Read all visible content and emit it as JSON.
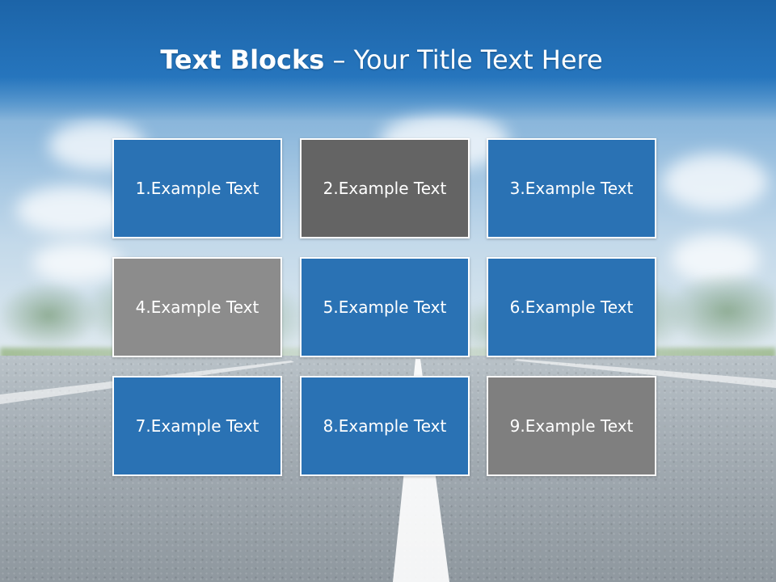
{
  "slide": {
    "title_bold": "Text Blocks",
    "title_dash": " – ",
    "title_regular": "Your Title Text Here"
  },
  "colors": {
    "title_band": "#2675bd",
    "block_blue": "#2a72b4",
    "block_dark_gray": "#646464",
    "block_gray": "#8c8c8c",
    "block_mid_gray": "#7f7f7f",
    "text": "#ffffff"
  },
  "blocks": [
    {
      "label": "1.Example Text",
      "color": "#2a72b4"
    },
    {
      "label": "2.Example Text",
      "color": "#646464"
    },
    {
      "label": "3.Example Text",
      "color": "#2a72b4"
    },
    {
      "label": "4.Example Text",
      "color": "#8c8c8c"
    },
    {
      "label": "5.Example Text",
      "color": "#2a72b4"
    },
    {
      "label": "6.Example Text",
      "color": "#2a72b4"
    },
    {
      "label": "7.Example Text",
      "color": "#2a72b4"
    },
    {
      "label": "8.Example Text",
      "color": "#2a72b4"
    },
    {
      "label": "9.Example Text",
      "color": "#7f7f7f"
    }
  ]
}
